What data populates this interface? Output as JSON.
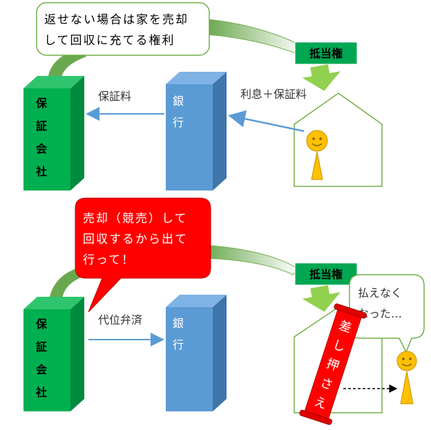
{
  "top": {
    "callout_line1": "返せない場合は家を売却",
    "callout_line2": "して回収に充てる権利",
    "mortgage_label": "抵当権",
    "guarantor_chars": [
      "保",
      "証",
      "会",
      "社"
    ],
    "bank_chars": [
      "銀",
      "行"
    ],
    "flow_guarantee_fee": "保証料",
    "flow_interest_fee": "利息＋保証料"
  },
  "bottom": {
    "speech_line1": "売却（競売）して",
    "speech_line2": "回収するから出て",
    "speech_line3": "行って！",
    "mortgage_label": "抵当権",
    "guarantor_chars": [
      "保",
      "証",
      "会",
      "社"
    ],
    "bank_chars": [
      "銀",
      "行"
    ],
    "subrogation_label": "代位弁済",
    "thought_line1": "払えなく",
    "thought_line2": "なった…",
    "seizure_chars": [
      "差",
      "し",
      "押",
      "さ",
      "え"
    ]
  },
  "colors": {
    "guarantor_front": "#00b050",
    "guarantor_side": "#008a3e",
    "bank_front": "#5b9bd5",
    "bank_side": "#3e76aa",
    "mortgage_box": "#00a651",
    "arrow_green": "#92d050",
    "house_outline": "#70ad47",
    "speech_red": "#ff0000",
    "person_face": "#ffc000",
    "person_body": "#ffc000"
  }
}
